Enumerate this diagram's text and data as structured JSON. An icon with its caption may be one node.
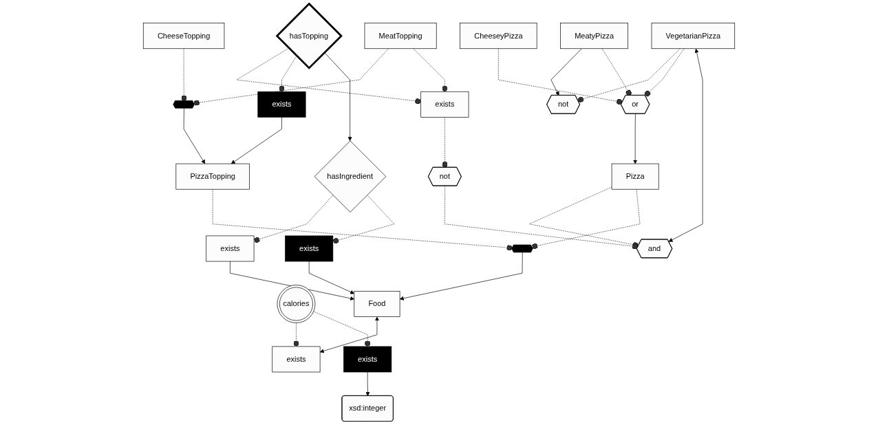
{
  "diagram": {
    "nodes": [
      {
        "text": [
          "exists"
        ]
      },
      {
        "text": [
          "hasIngredient"
        ]
      },
      {
        "text": [
          "hasTopping"
        ]
      },
      {
        "text": [
          "xsd:integer"
        ]
      },
      {
        "text": [
          "exists"
        ]
      },
      {
        "text": [
          "calories"
        ]
      },
      {
        "text": [
          "exists"
        ]
      },
      {
        "text": [
          "Food"
        ]
      },
      {
        "text": [
          "exists"
        ]
      },
      {
        "text": [
          "exists"
        ]
      },
      {
        "text": [
          "exists"
        ]
      },
      {
        "text": [],
        "shape": "hexagon"
      },
      {
        "text": [
          "Pizza"
        ]
      },
      {
        "text": [
          "and"
        ]
      },
      {
        "text": [
          "not"
        ]
      },
      {
        "text": [
          "PizzaTopping"
        ]
      },
      {
        "text": [
          "or"
        ]
      },
      {
        "text": [],
        "shape": "hexagon"
      },
      {
        "text": [
          "CheeseyPizza"
        ]
      },
      {
        "text": [
          "MeatyPizza"
        ]
      },
      {
        "text": [
          "not"
        ]
      },
      {
        "text": [
          "VegetarianPizza"
        ]
      },
      {
        "text": [
          "MeatTopping"
        ]
      },
      {
        "text": [
          "CheeseTopping"
        ]
      }
    ],
    "edges": [
      {
        "from": 1,
        "to": 0,
        "arrow": "other",
        "style": "dashed"
      },
      {
        "from": 0,
        "to": 7,
        "arrow": "to"
      },
      {
        "from": 1,
        "to": 8,
        "arrow": "other",
        "style": "dashed"
      },
      {
        "from": 8,
        "to": 7,
        "arrow": "to"
      },
      {
        "from": 2,
        "to": 1,
        "arrow": "to"
      },
      {
        "from": 2,
        "to": 9,
        "arrow": "other",
        "style": "dashed"
      },
      {
        "from": 9,
        "to": 15,
        "arrow": "to"
      },
      {
        "from": 2,
        "to": 10,
        "arrow": "other",
        "style": "dashed"
      },
      {
        "from": 22,
        "to": 10,
        "arrow": "other",
        "style": "dashed"
      },
      {
        "from": 10,
        "to": 14,
        "arrow": "other",
        "style": "dashed"
      },
      {
        "from": 5,
        "to": 4,
        "arrow": "other",
        "style": "dashed"
      },
      {
        "from": 4,
        "to": 3,
        "arrow": "to"
      },
      {
        "from": 5,
        "to": 6,
        "arrow": "other",
        "style": "dashed"
      },
      {
        "from": 6,
        "to": 7,
        "arrow": "both"
      },
      {
        "from": 11,
        "to": 7,
        "arrow": "to"
      },
      {
        "from": 12,
        "to": 11,
        "arrow": "other",
        "style": "dashed"
      },
      {
        "from": 15,
        "to": 11,
        "arrow": "other",
        "style": "dashed"
      },
      {
        "from": 12,
        "to": 13,
        "arrow": "other",
        "style": "dashed"
      },
      {
        "from": 14,
        "to": 13,
        "arrow": "other",
        "style": "dashed"
      },
      {
        "from": 13,
        "to": 21,
        "arrow": "both"
      },
      {
        "from": 16,
        "to": 12,
        "arrow": "to"
      },
      {
        "from": 18,
        "to": 16,
        "arrow": "other",
        "style": "dashed"
      },
      {
        "from": 19,
        "to": 16,
        "arrow": "other",
        "style": "dashed"
      },
      {
        "from": 21,
        "to": 16,
        "arrow": "other",
        "style": "dashed"
      },
      {
        "from": 19,
        "to": 20,
        "arrow": "to"
      },
      {
        "from": 21,
        "to": 20,
        "arrow": "other",
        "style": "dashed"
      },
      {
        "from": 17,
        "to": 15,
        "arrow": "to"
      },
      {
        "from": 22,
        "to": 17,
        "arrow": "other",
        "style": "dashed"
      },
      {
        "from": 23,
        "to": 17,
        "arrow": "other",
        "style": "dashed"
      }
    ]
  }
}
